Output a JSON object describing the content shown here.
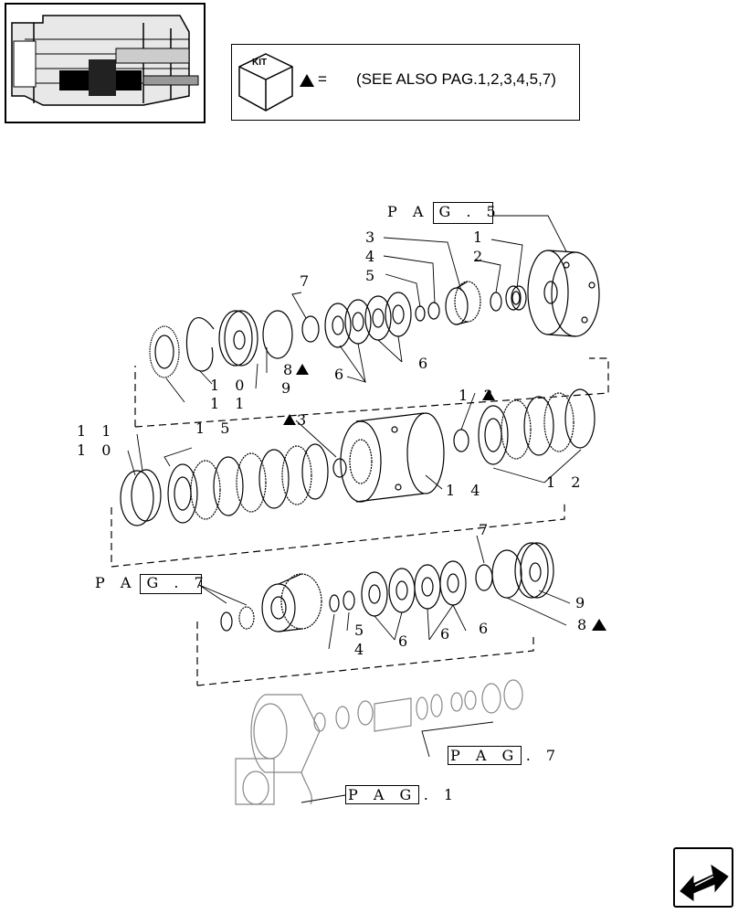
{
  "header": {
    "kit_label": "KIT",
    "kit_equals": "=",
    "kit_note": "(SEE ALSO PAG.1,2,3,4,5,7)"
  },
  "page_refs": {
    "pag5": "P A G . 5",
    "pag7_left": "P A G . 7",
    "pag7_bottom_boxed": "P A G",
    "pag7_bottom_num": ". 7",
    "pag1_boxed": "P A G",
    "pag1_num": ". 1"
  },
  "callouts": {
    "c1": "1",
    "c2": "2",
    "c3": "3",
    "c4": "4",
    "c5": "5",
    "c7_top": "7",
    "c6_a": "6",
    "c6_b": "6",
    "c8_top": "8",
    "c9_top": "9",
    "c10_top": "1 0",
    "c11_top": "1 1",
    "c13_right": "1 3",
    "c13_left": "3",
    "c15": "1 5",
    "c11_left": "1 1",
    "c10_left": "1 0",
    "c14": "1 4",
    "c12": "1 2",
    "c7_mid": "7",
    "c9_mid": "9",
    "c8_mid": "8",
    "c5_low": "5",
    "c4_low": "4",
    "c6_low_a": "6",
    "c6_low_b": "6",
    "c6_low_c": "6"
  },
  "icons": {
    "kit_cube": "kit-cube-icon",
    "triangle": "triangle-marker-icon",
    "nav": "next-page-arrow-icon"
  },
  "colors": {
    "line": "#000000",
    "ghost": "#888888"
  }
}
